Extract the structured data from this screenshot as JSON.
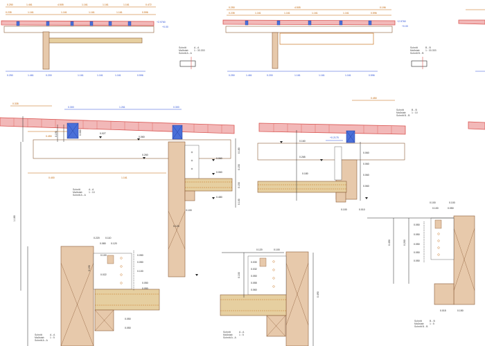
{
  "colors": {
    "background": "#ffffff",
    "roof_fill": "#f2b8b8",
    "roof_stroke": "#d9534f",
    "purlin_fill": "#4a6fd8",
    "purlin_stroke": "#1f3aa0",
    "blue_dim": "#2b4fd8",
    "wood_fill": "#e7c9ab",
    "wood_stroke": "#8b5a36",
    "beam_fill": "#e6cfa0",
    "orange_dim": "#c06000",
    "black_line": "#222222",
    "grey_text": "#444444"
  },
  "top_views": [
    {
      "dims_top": [
        "0.250",
        "1.461",
        "4.505",
        "1.161",
        "1.161",
        "1.161",
        "0.472"
      ],
      "dims_top2": [
        "0.235",
        "1.161",
        "1.161",
        "1.161",
        "1.161",
        "0.596"
      ],
      "dims_bottom": [
        "0.250",
        "1.461",
        "0.200",
        "1.161",
        "1.161",
        "1.161",
        "0.596"
      ],
      "level_label": "+2.9760",
      "level_value": "+0.00"
    },
    {
      "dims_top": [
        "0.250",
        "4.505",
        "0.196"
      ],
      "dims_top2": [
        "0.235",
        "1.161",
        "1.161",
        "1.161",
        "1.161",
        "0.596"
      ],
      "dims_bottom": [
        "0.250",
        "1.461",
        "0.200",
        "1.161",
        "1.161",
        "1.161",
        "0.596"
      ],
      "level_label": "+2.9760",
      "level_value": "+0.00"
    }
  ],
  "sections": [
    {
      "lines": [
        "Schnitt",
        "Maßstab",
        "Schnitt A - A"
      ],
      "values": [
        "A - A",
        "1 : 33.333"
      ]
    },
    {
      "lines": [
        "Schnitt",
        "Maßstab",
        "Schnitt B - B"
      ],
      "values": [
        "B - B",
        "1 : 33.333"
      ]
    },
    {
      "lines": [
        "Schnitt",
        "Maßstab",
        "Schnitt A - A"
      ],
      "values": [
        "A - A",
        "1 : 10"
      ]
    },
    {
      "lines": [
        "Schnitt",
        "Maßstab",
        "Schnitt B - B"
      ],
      "values": [
        "B - B",
        "1 : 10"
      ]
    },
    {
      "lines": [
        "Schnitt",
        "Maßstab",
        "Schnitt A - A"
      ],
      "values": [
        "A - A",
        "1 : 5"
      ]
    },
    {
      "lines": [
        "Schnitt",
        "Maßstab",
        "Schnitt A - A"
      ],
      "values": [
        "A - A",
        "1 : 5"
      ]
    },
    {
      "lines": [
        "Schnitt",
        "Maßstab",
        "Schnitt B - B"
      ],
      "values": [
        "B - B",
        "1 : 5"
      ]
    }
  ],
  "mid_left": {
    "top_dims": [
      "0.300",
      "1.261",
      "0.300"
    ],
    "left_dim": "0.335",
    "orange_top": "0.450",
    "orange_bottom": [
      "0.400",
      "1.161"
    ],
    "level_labels": [
      "0.027",
      "0.060",
      "0.260",
      "0.060",
      "0.060",
      "0.480"
    ],
    "heights": [
      "0.190",
      "0.060",
      "0.180",
      "0.150",
      "0.150",
      "0.100"
    ],
    "vertical": "1.180",
    "bottom_dim": "0.120",
    "foot_dim": "0.100"
  },
  "mid_right": {
    "orange_top": "0.450",
    "level_label": "+0.2175",
    "dims": [
      "0.160",
      "0.265",
      "0.060",
      "0.060",
      "0.060",
      "0.060",
      "0.180"
    ],
    "bottom_dim": "0.100",
    "right_dim": "0.010"
  },
  "detail_left": {
    "top": [
      "0.220",
      "0.110"
    ],
    "sub": [
      "0.080",
      "0.120"
    ],
    "row": [
      "0.100",
      "0.022"
    ],
    "vertical": [
      "0.050",
      "0.050",
      "0.100",
      "0.050",
      "0.050"
    ],
    "left": "0.190",
    "beam_dims": [
      "0.050",
      "0.050"
    ]
  },
  "detail_mid": {
    "top": [
      "0.120",
      "0.100"
    ],
    "vertical": [
      "0.030",
      "0.032",
      "0.050",
      "0.055",
      "0.060"
    ],
    "left": "0.100",
    "right": "0.490"
  },
  "detail_right": {
    "top": [
      "0.100",
      "0.100"
    ],
    "sub": [
      "0.100",
      "0.050"
    ],
    "vertical": [
      "0.050",
      "0.050",
      "0.050",
      "0.050",
      "0.050"
    ],
    "left": [
      "0.450",
      "0.200"
    ],
    "bottom": [
      "0.015",
      "0.150"
    ]
  }
}
